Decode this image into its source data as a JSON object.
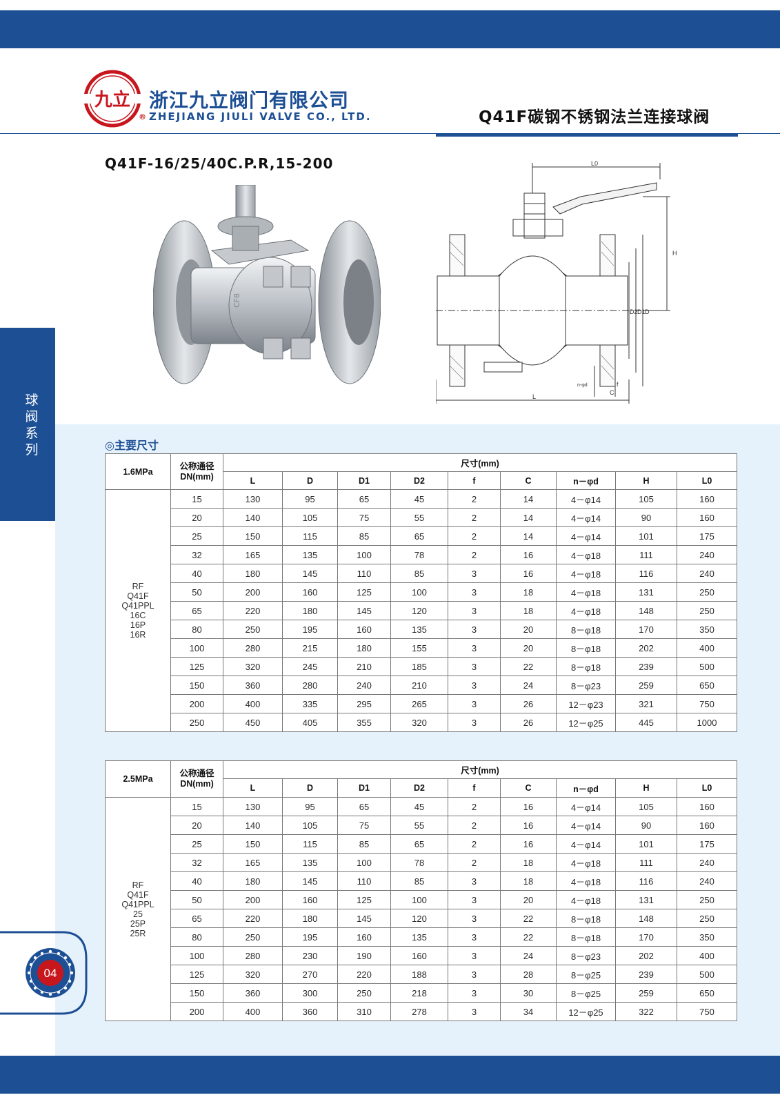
{
  "header": {
    "brand_cn": "浙江九立阀门有限公司",
    "brand_en": "ZHEJIANG JIULI VALVE CO., LTD.",
    "logo_text": "九立",
    "reg_mark": "®",
    "page_title": "Q41F碳钢不锈钢法兰连接球阀"
  },
  "colors": {
    "brand_blue": "#1d4f95",
    "logo_red": "#c8161d",
    "panel_bg": "#e6f2fb"
  },
  "product": {
    "model_code": "Q41F-16/25/40C.P.R,15-200"
  },
  "drawing_labels": {
    "l0": "L0",
    "h": "H",
    "l": "L",
    "d": "D",
    "d1": "D1",
    "d2": "D2",
    "f": "f",
    "c": "C",
    "nd": "n-φd"
  },
  "sidebar": {
    "tab_text": "球阀系列"
  },
  "section": {
    "title": "◎主要尺寸"
  },
  "columns": {
    "dn_line1": "公称通径",
    "dn_line2": "DN(mm)",
    "dims_group": "尺寸(mm)",
    "headers": [
      "L",
      "D",
      "D1",
      "D2",
      "f",
      "C",
      "n－φd",
      "H",
      "L0"
    ]
  },
  "tables": [
    {
      "pressure": "1.6MPa",
      "models": [
        "RF",
        "Q41F",
        "Q41PPL",
        "16C",
        "16P",
        "16R"
      ],
      "rows": [
        [
          "15",
          "130",
          "95",
          "65",
          "45",
          "2",
          "14",
          "4－φ14",
          "105",
          "160"
        ],
        [
          "20",
          "140",
          "105",
          "75",
          "55",
          "2",
          "14",
          "4－φ14",
          "90",
          "160"
        ],
        [
          "25",
          "150",
          "115",
          "85",
          "65",
          "2",
          "14",
          "4－φ14",
          "101",
          "175"
        ],
        [
          "32",
          "165",
          "135",
          "100",
          "78",
          "2",
          "16",
          "4－φ18",
          "111",
          "240"
        ],
        [
          "40",
          "180",
          "145",
          "110",
          "85",
          "3",
          "16",
          "4－φ18",
          "116",
          "240"
        ],
        [
          "50",
          "200",
          "160",
          "125",
          "100",
          "3",
          "18",
          "4－φ18",
          "131",
          "250"
        ],
        [
          "65",
          "220",
          "180",
          "145",
          "120",
          "3",
          "18",
          "4－φ18",
          "148",
          "250"
        ],
        [
          "80",
          "250",
          "195",
          "160",
          "135",
          "3",
          "20",
          "8－φ18",
          "170",
          "350"
        ],
        [
          "100",
          "280",
          "215",
          "180",
          "155",
          "3",
          "20",
          "8－φ18",
          "202",
          "400"
        ],
        [
          "125",
          "320",
          "245",
          "210",
          "185",
          "3",
          "22",
          "8－φ18",
          "239",
          "500"
        ],
        [
          "150",
          "360",
          "280",
          "240",
          "210",
          "3",
          "24",
          "8－φ23",
          "259",
          "650"
        ],
        [
          "200",
          "400",
          "335",
          "295",
          "265",
          "3",
          "26",
          "12－φ23",
          "321",
          "750"
        ],
        [
          "250",
          "450",
          "405",
          "355",
          "320",
          "3",
          "26",
          "12－φ25",
          "445",
          "1000"
        ]
      ]
    },
    {
      "pressure": "2.5MPa",
      "models": [
        "RF",
        "Q41F",
        "Q41PPL",
        "25",
        "25P",
        "25R"
      ],
      "rows": [
        [
          "15",
          "130",
          "95",
          "65",
          "45",
          "2",
          "16",
          "4－φ14",
          "105",
          "160"
        ],
        [
          "20",
          "140",
          "105",
          "75",
          "55",
          "2",
          "16",
          "4－φ14",
          "90",
          "160"
        ],
        [
          "25",
          "150",
          "115",
          "85",
          "65",
          "2",
          "16",
          "4－φ14",
          "101",
          "175"
        ],
        [
          "32",
          "165",
          "135",
          "100",
          "78",
          "2",
          "18",
          "4－φ18",
          "111",
          "240"
        ],
        [
          "40",
          "180",
          "145",
          "110",
          "85",
          "3",
          "18",
          "4－φ18",
          "116",
          "240"
        ],
        [
          "50",
          "200",
          "160",
          "125",
          "100",
          "3",
          "20",
          "4－φ18",
          "131",
          "250"
        ],
        [
          "65",
          "220",
          "180",
          "145",
          "120",
          "3",
          "22",
          "8－φ18",
          "148",
          "250"
        ],
        [
          "80",
          "250",
          "195",
          "160",
          "135",
          "3",
          "22",
          "8－φ18",
          "170",
          "350"
        ],
        [
          "100",
          "280",
          "230",
          "190",
          "160",
          "3",
          "24",
          "8－φ23",
          "202",
          "400"
        ],
        [
          "125",
          "320",
          "270",
          "220",
          "188",
          "3",
          "28",
          "8－φ25",
          "239",
          "500"
        ],
        [
          "150",
          "360",
          "300",
          "250",
          "218",
          "3",
          "30",
          "8－φ25",
          "259",
          "650"
        ],
        [
          "200",
          "400",
          "360",
          "310",
          "278",
          "3",
          "34",
          "12－φ25",
          "322",
          "750"
        ]
      ]
    }
  ],
  "footer": {
    "page_number": "04"
  }
}
